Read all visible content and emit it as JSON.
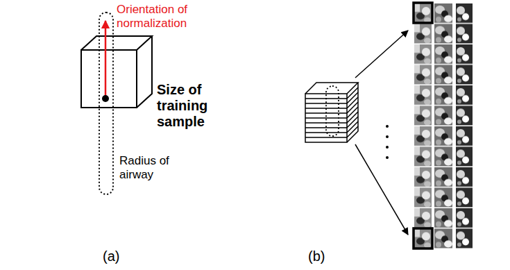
{
  "diagram": {
    "labels": [
      "Orientation of normalization",
      "Size of training sample",
      "Radius of airway",
      "(a)",
      "(b)"
    ]
  }
}
